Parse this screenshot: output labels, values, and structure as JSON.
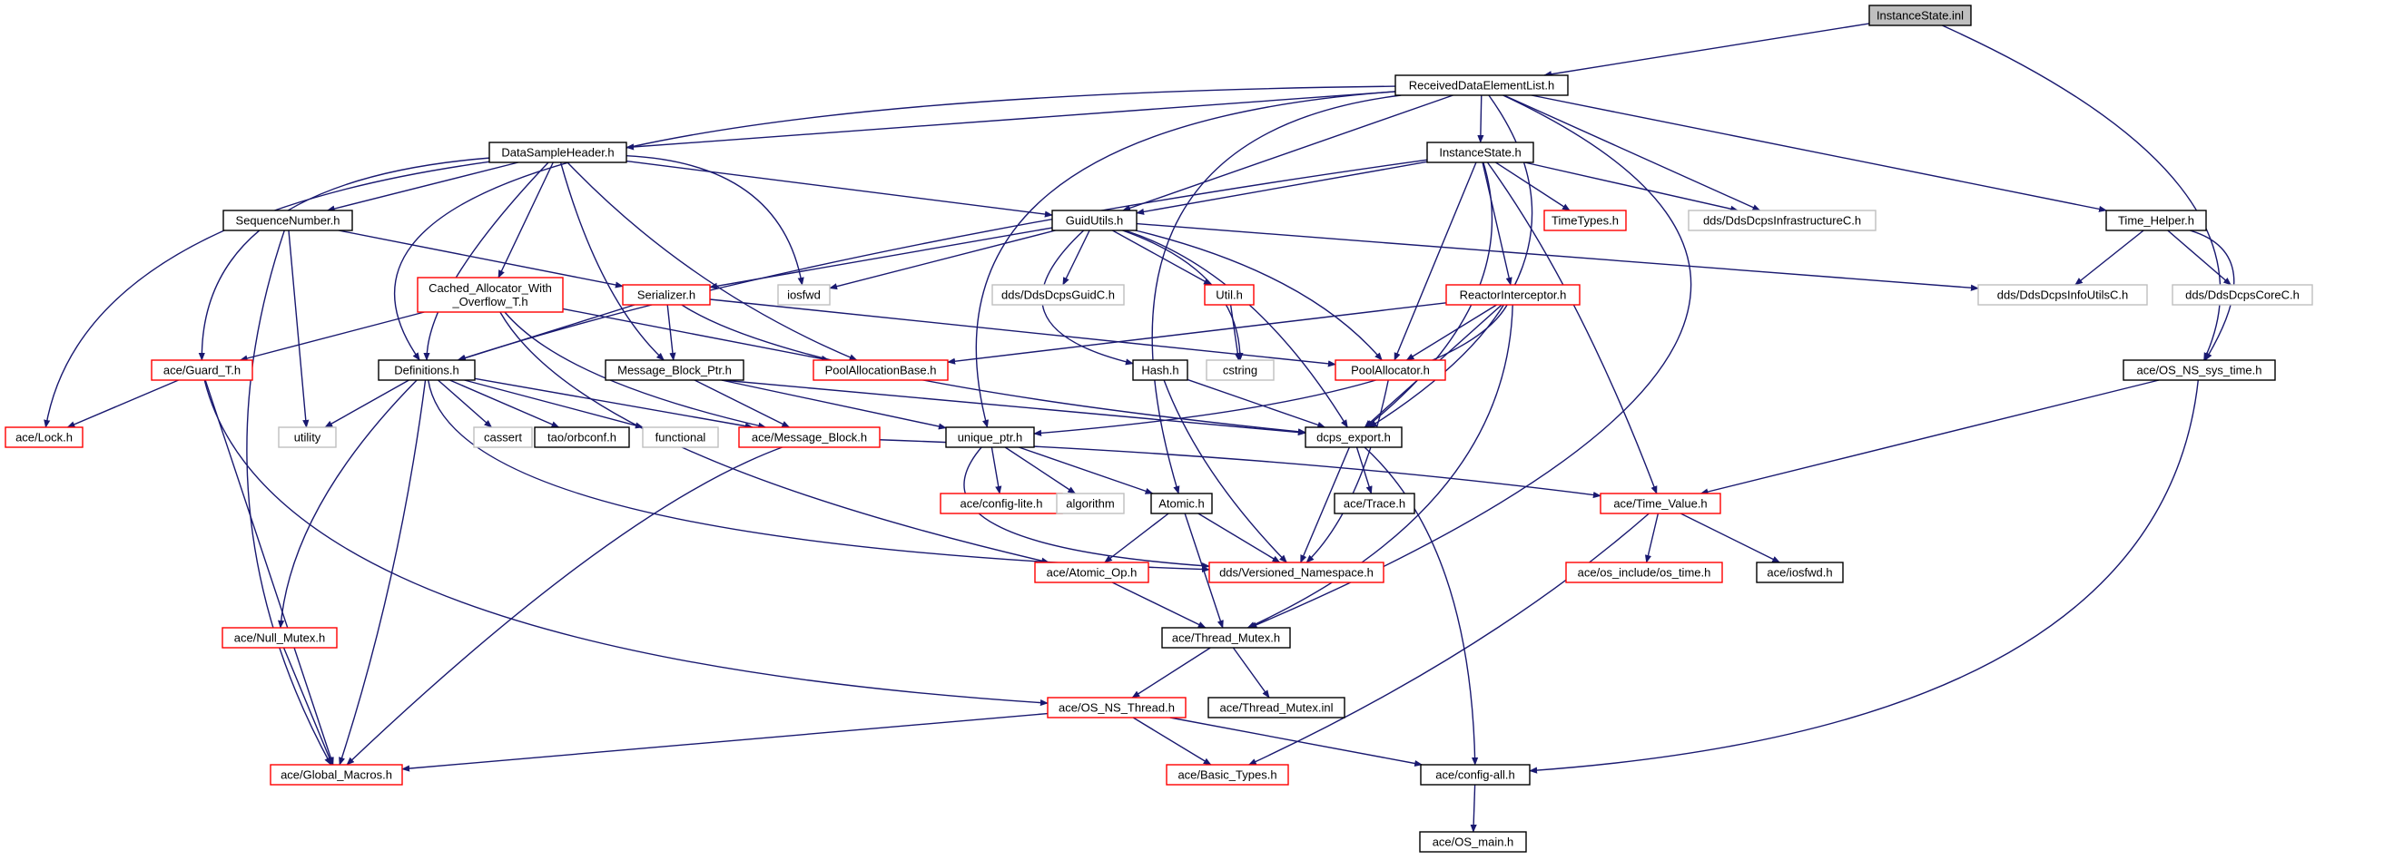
{
  "colors": {
    "edge": "#191970",
    "border_normal": "#000000",
    "border_missing": "#ff0000",
    "border_system": "#bfbfbf",
    "fill_root": "#bfbfbf",
    "fill_default": "#ffffff"
  },
  "nodes": [
    {
      "id": "instancestate_inl",
      "label": "InstanceState.inl",
      "kind": "root"
    },
    {
      "id": "receiveddataelementlist_h",
      "label": "ReceivedDataElementList.h",
      "kind": "normal"
    },
    {
      "id": "datasampleheader_h",
      "label": "DataSampleHeader.h",
      "kind": "normal"
    },
    {
      "id": "instancestate_h",
      "label": "InstanceState.h",
      "kind": "normal"
    },
    {
      "id": "sequencenumber_h",
      "label": "SequenceNumber.h",
      "kind": "normal"
    },
    {
      "id": "guidutils_h",
      "label": "GuidUtils.h",
      "kind": "normal"
    },
    {
      "id": "timetypes_h",
      "label": "TimeTypes.h",
      "kind": "missing"
    },
    {
      "id": "dds_dcpsinfrastructurec_h",
      "label": "dds/DdsDcpsInfrastructureC.h",
      "kind": "system"
    },
    {
      "id": "time_helper_h",
      "label": "Time_Helper.h",
      "kind": "normal"
    },
    {
      "id": "cached_allocator_h",
      "label": "Cached_Allocator_With\n_Overflow_T.h",
      "kind": "missing"
    },
    {
      "id": "serializer_h",
      "label": "Serializer.h",
      "kind": "missing"
    },
    {
      "id": "iosfwd",
      "label": "iosfwd",
      "kind": "system"
    },
    {
      "id": "dds_dcpsguidc_h",
      "label": "dds/DdsDcpsGuidC.h",
      "kind": "system"
    },
    {
      "id": "util_h",
      "label": "Util.h",
      "kind": "missing"
    },
    {
      "id": "reactorinterceptor_h",
      "label": "ReactorInterceptor.h",
      "kind": "missing"
    },
    {
      "id": "dds_dcpsinfoutilsc_h",
      "label": "dds/DdsDcpsInfoUtilsC.h",
      "kind": "system"
    },
    {
      "id": "dds_dcpscorec_h",
      "label": "dds/DdsDcpsCoreC.h",
      "kind": "system"
    },
    {
      "id": "ace_guard_t_h",
      "label": "ace/Guard_T.h",
      "kind": "missing"
    },
    {
      "id": "definitions_h",
      "label": "Definitions.h",
      "kind": "normal"
    },
    {
      "id": "message_block_ptr_h",
      "label": "Message_Block_Ptr.h",
      "kind": "normal"
    },
    {
      "id": "poolallocationbase_h",
      "label": "PoolAllocationBase.h",
      "kind": "missing"
    },
    {
      "id": "hash_h",
      "label": "Hash.h",
      "kind": "normal"
    },
    {
      "id": "cstring",
      "label": "cstring",
      "kind": "system"
    },
    {
      "id": "poolallocator_h",
      "label": "PoolAllocator.h",
      "kind": "missing"
    },
    {
      "id": "ace_os_ns_sys_time_h",
      "label": "ace/OS_NS_sys_time.h",
      "kind": "normal"
    },
    {
      "id": "ace_lock_h",
      "label": "ace/Lock.h",
      "kind": "missing"
    },
    {
      "id": "utility",
      "label": "utility",
      "kind": "system"
    },
    {
      "id": "cassert",
      "label": "cassert",
      "kind": "system"
    },
    {
      "id": "tao_orbconf_h",
      "label": "tao/orbconf.h",
      "kind": "normal"
    },
    {
      "id": "functional",
      "label": "functional",
      "kind": "system"
    },
    {
      "id": "ace_message_block_h",
      "label": "ace/Message_Block.h",
      "kind": "missing"
    },
    {
      "id": "unique_ptr_h",
      "label": "unique_ptr.h",
      "kind": "normal"
    },
    {
      "id": "dcps_export_h",
      "label": "dcps_export.h",
      "kind": "normal"
    },
    {
      "id": "ace_config_lite_h",
      "label": "ace/config-lite.h",
      "kind": "missing"
    },
    {
      "id": "algorithm",
      "label": "algorithm",
      "kind": "system"
    },
    {
      "id": "atomic_h",
      "label": "Atomic.h",
      "kind": "normal"
    },
    {
      "id": "ace_trace_h",
      "label": "ace/Trace.h",
      "kind": "normal"
    },
    {
      "id": "ace_time_value_h",
      "label": "ace/Time_Value.h",
      "kind": "missing"
    },
    {
      "id": "ace_atomic_op_h",
      "label": "ace/Atomic_Op.h",
      "kind": "missing"
    },
    {
      "id": "dds_versioned_namespace_h",
      "label": "dds/Versioned_Namespace.h",
      "kind": "missing"
    },
    {
      "id": "ace_os_include_os_time_h",
      "label": "ace/os_include/os_time.h",
      "kind": "missing"
    },
    {
      "id": "ace_iosfwd_h",
      "label": "ace/iosfwd.h",
      "kind": "normal"
    },
    {
      "id": "ace_null_mutex_h",
      "label": "ace/Null_Mutex.h",
      "kind": "missing"
    },
    {
      "id": "ace_thread_mutex_h",
      "label": "ace/Thread_Mutex.h",
      "kind": "normal"
    },
    {
      "id": "ace_thread_mutex_inl",
      "label": "ace/Thread_Mutex.inl",
      "kind": "normal"
    },
    {
      "id": "ace_os_ns_thread_h",
      "label": "ace/OS_NS_Thread.h",
      "kind": "missing"
    },
    {
      "id": "ace_global_macros_h",
      "label": "ace/Global_Macros.h",
      "kind": "missing"
    },
    {
      "id": "ace_basic_types_h",
      "label": "ace/Basic_Types.h",
      "kind": "missing"
    },
    {
      "id": "ace_config_all_h",
      "label": "ace/config-all.h",
      "kind": "normal"
    },
    {
      "id": "ace_os_main_h",
      "label": "ace/OS_main.h",
      "kind": "normal"
    }
  ]
}
